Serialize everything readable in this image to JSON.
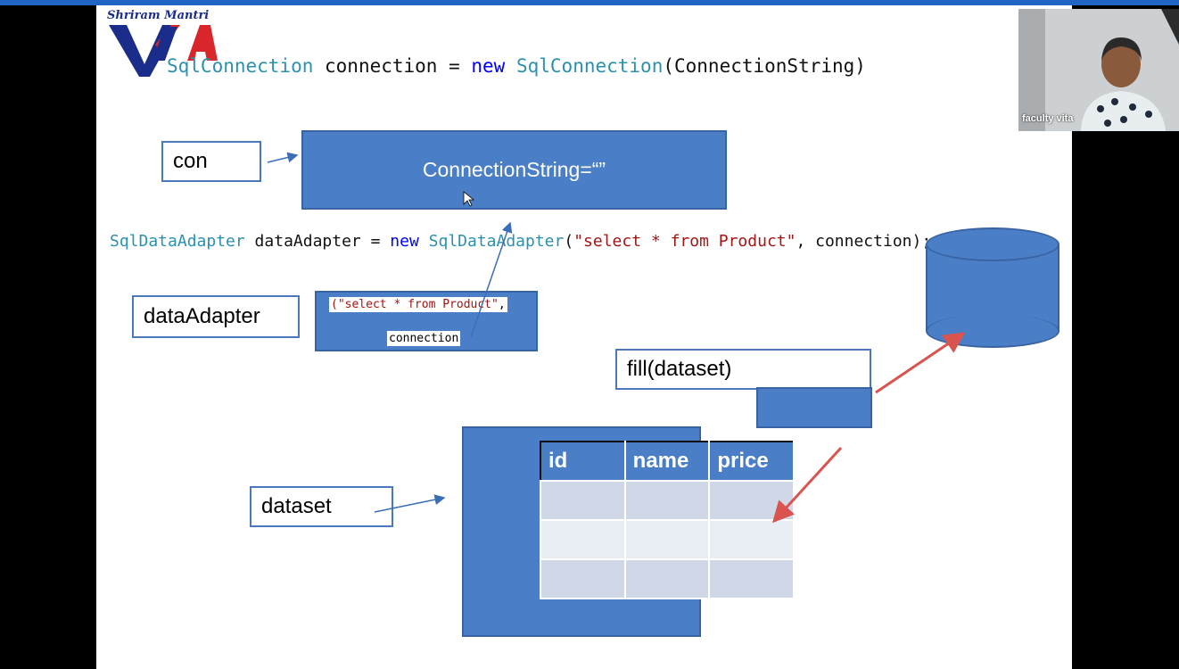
{
  "slide": {
    "logo_text": "Shriram Mantri",
    "code_line1": {
      "t1": "SqlConnection",
      "t2": " connection = ",
      "t3": "new",
      "t4": " ",
      "t5": "SqlConnection",
      "t6": "(ConnectionString)"
    },
    "code_line2": {
      "t1": "SqlDataAdapter",
      "t2": " dataAdapter = ",
      "t3": "new",
      "t4": " ",
      "t5": "SqlDataAdapter",
      "t6": "(",
      "t7": "\"select * from Product\"",
      "t8": ", connection);"
    },
    "con_label": "con",
    "connection_string_label": "ConnectionString=“”",
    "data_adapter_label": "dataAdapter",
    "adapter_query": "(\"select * from Product\"",
    "adapter_query_comma": ",",
    "adapter_connection": "connection",
    "fill_label": "fill(dataset)",
    "dataset_label": "dataset",
    "table": {
      "columns": [
        "id",
        "name",
        "price"
      ],
      "rows": [
        [
          "",
          "",
          ""
        ],
        [
          "",
          "",
          ""
        ],
        [
          "",
          "",
          ""
        ]
      ]
    }
  },
  "video": {
    "participant_name": "faculty vita"
  },
  "colors": {
    "shape_blue": "#4a7ec6",
    "code_type": "#2b91af",
    "code_keyword": "#0000ff",
    "code_string": "#a31515",
    "arrow_red": "#d9534f"
  }
}
